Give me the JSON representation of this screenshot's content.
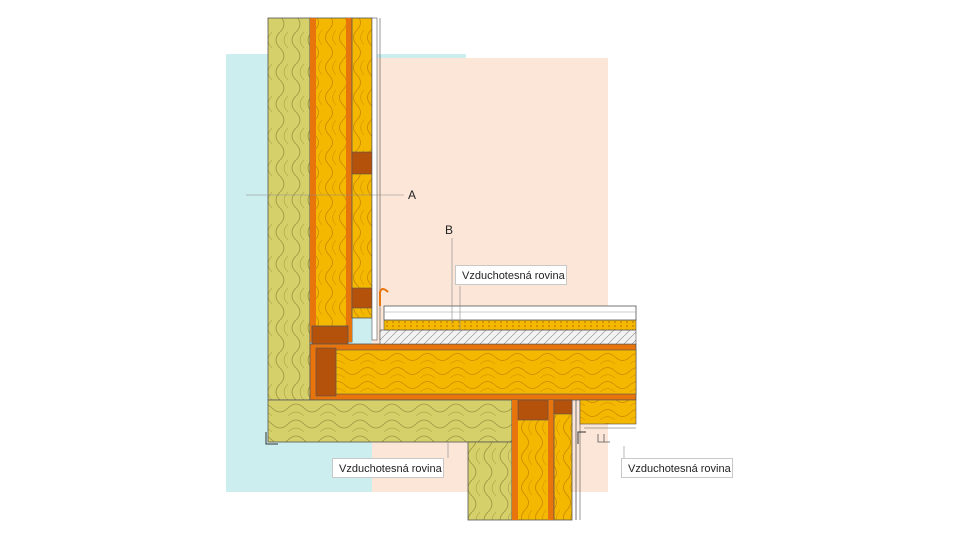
{
  "diagram": {
    "markers": {
      "a": "A",
      "b": "B"
    },
    "labels": {
      "floor": "Vzduchotesná rovina",
      "left": "Vzduchotesná rovina",
      "right": "Vzduchotesná rovina"
    },
    "colors": {
      "exterior_zone": "#cdeeee",
      "interior_zone": "#fbe6d8",
      "wood_fibre_board": "#d6d06a",
      "mineral_wool": "#f5b800",
      "timber_frame": "#e8740c",
      "timber_dark": "#b4520c",
      "membrane": "#8a3a0a",
      "lines": "#555555"
    }
  }
}
